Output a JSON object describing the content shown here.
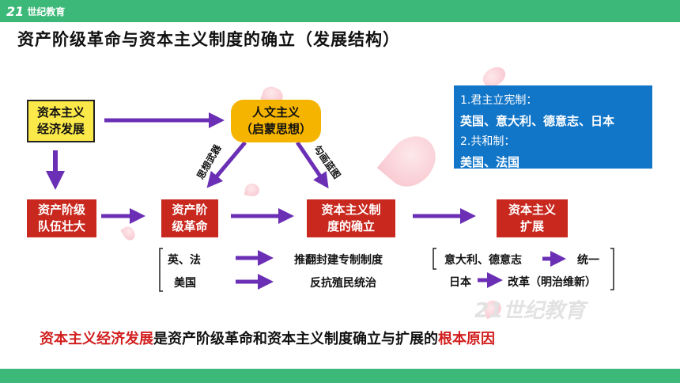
{
  "logo": {
    "mark": "21",
    "name": "世纪教育"
  },
  "title": "资产阶级革命与资本主义制度的确立（发展结构）",
  "boxes": {
    "economy": "资本主义\n经济发展",
    "humanism": "人文主义\n（启蒙思想）",
    "class": "资产阶级\n队伍壮大",
    "revolution": "资产阶\n级革命",
    "system": "资本主义制\n度的确立",
    "expansion": "资本主义\n扩展"
  },
  "arrow_labels": {
    "ideology": "思想武器",
    "blueprint": "勾画蓝图"
  },
  "info": {
    "line1": "1.君主立宪制：",
    "line2": "英国、意大利、德意志、日本",
    "line3": "2.共和制：",
    "line4": "美国、法国"
  },
  "rows": {
    "left1": "英、法",
    "left2": "美国",
    "mid1": "推翻封建专制制度",
    "mid2": "反抗殖民统治",
    "right1a": "意大利、德意志",
    "right1b": "统一",
    "right2a": "日本",
    "right2b": "改革（明治维新）"
  },
  "conclusion": {
    "part1": "资本主义经济发展",
    "part2": "是资产阶级革命和资本主义制度确立与扩展的",
    "part3": "根本原因"
  },
  "watermark": "21世纪教育",
  "colors": {
    "arrow": "#6b2fb5",
    "red": "#c8281e",
    "yellow": "#fbe94a",
    "blue": "#1276c8",
    "green": "#3cb878"
  }
}
